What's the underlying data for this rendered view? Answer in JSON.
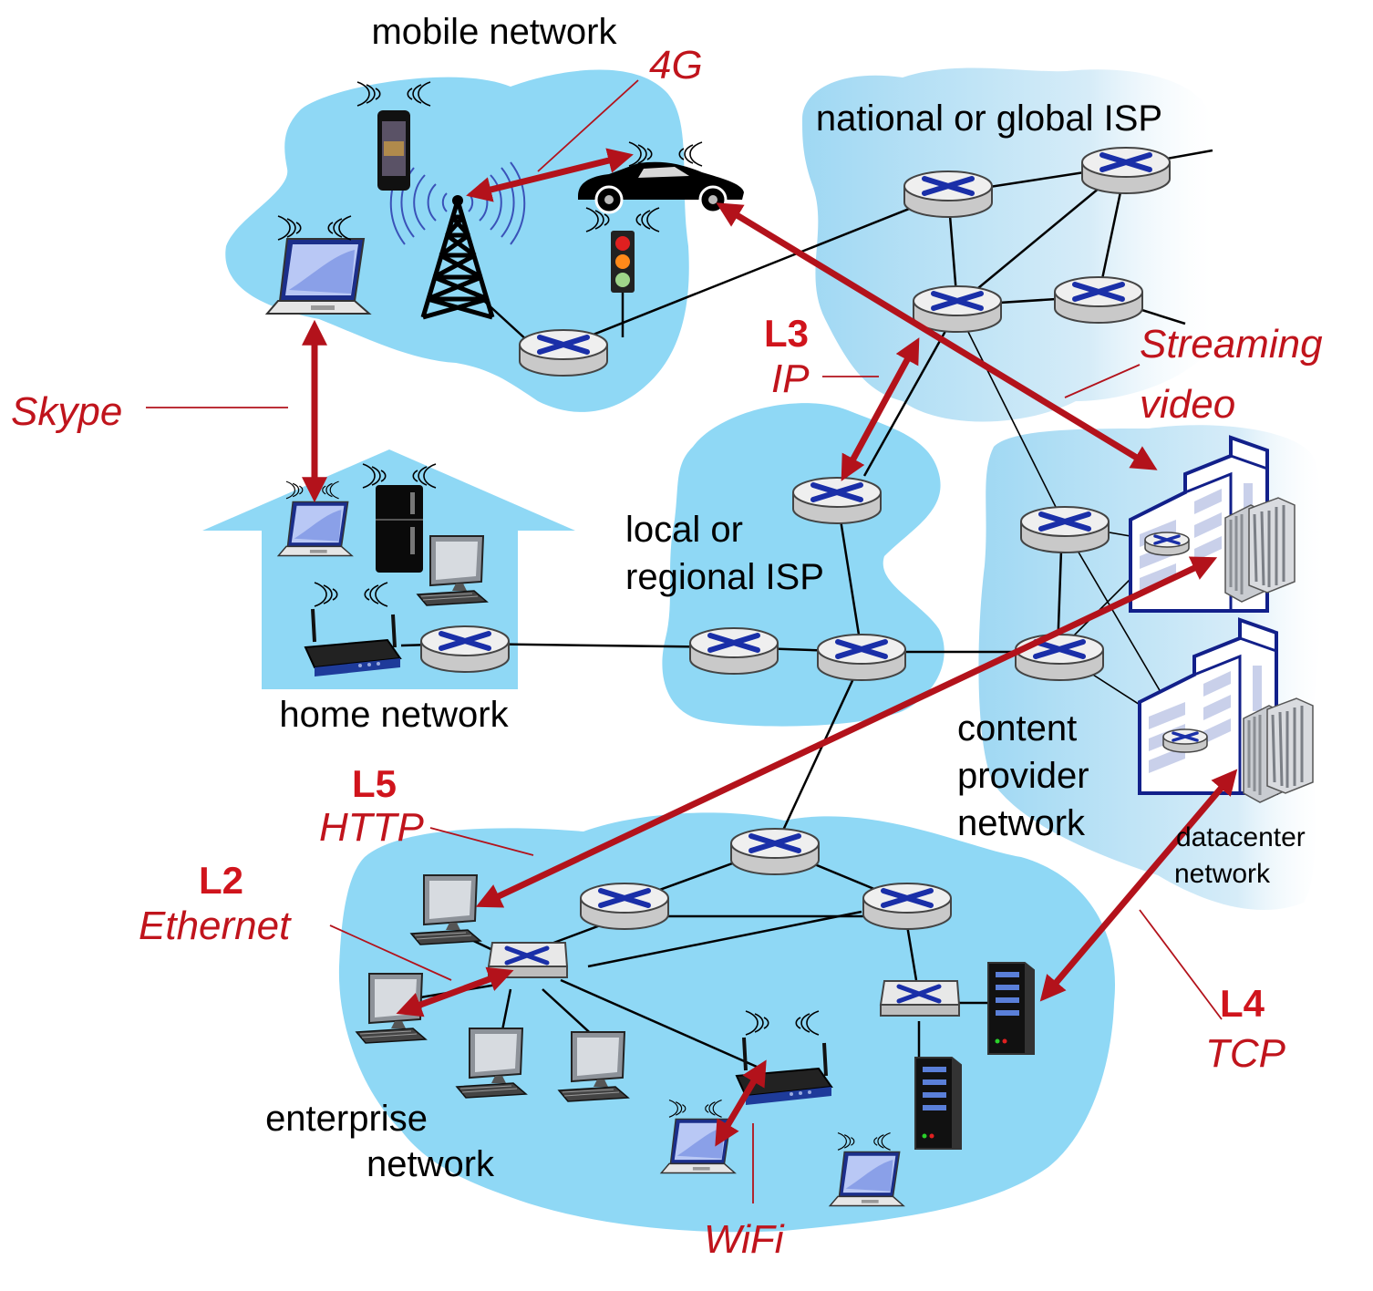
{
  "colors": {
    "cloud": "#8fd8f5",
    "cloud_light": "#cbe8f7",
    "protocol_red": "#c0141c",
    "router_body": "#e4e4e4",
    "x_blue": "#1a2fa8",
    "building_stroke": "#12208a"
  },
  "regions": {
    "mobile": "mobile network",
    "global_isp": "national or global ISP",
    "regional_isp": [
      "local or",
      "regional ISP"
    ],
    "home": "home network",
    "content": [
      "content",
      "provider",
      "network"
    ],
    "datacenter": [
      "datacenter",
      "network"
    ],
    "enterprise": [
      "enterprise",
      "network"
    ]
  },
  "protocols": {
    "fourg": "4G",
    "skype": "Skype",
    "l3_layer": "L3",
    "l3_proto": "IP",
    "streaming": [
      "Streaming",
      "video"
    ],
    "l5_layer": "L5",
    "l5_proto": "HTTP",
    "l2_layer": "L2",
    "l2_proto": "Ethernet",
    "l4_layer": "L4",
    "l4_proto": "TCP",
    "wifi": "WiFi"
  },
  "icons": [
    "router-icon",
    "switch-icon",
    "cell-tower-icon",
    "smartphone-icon",
    "car-icon",
    "traffic-light-icon",
    "laptop-icon",
    "desktop-pc-icon",
    "refrigerator-icon",
    "wifi-router-icon",
    "server-icon",
    "datacenter-building-icon",
    "server-rack-icon"
  ]
}
